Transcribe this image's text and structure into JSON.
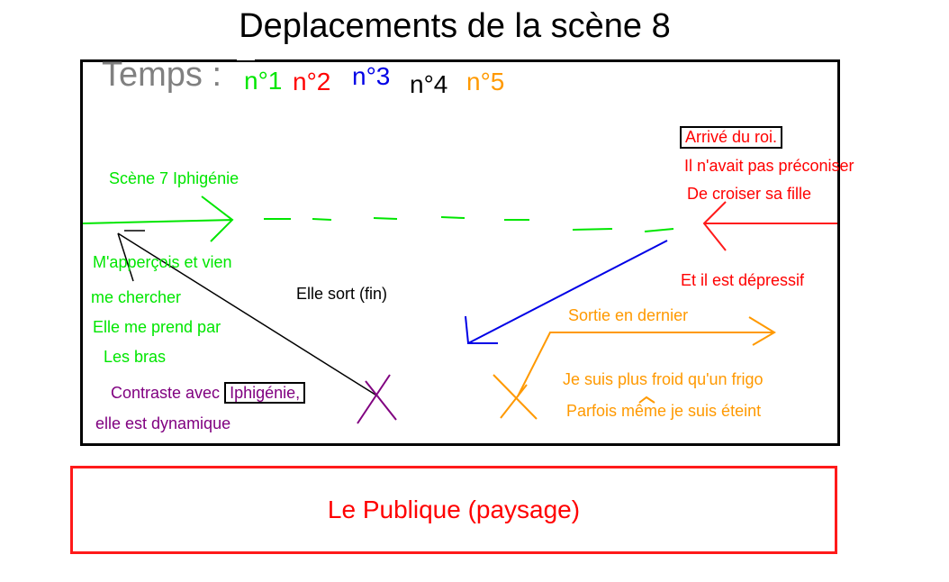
{
  "title": "Deplacements de la scène 8",
  "temps": {
    "label": "Temps :",
    "items": [
      {
        "label": "n°1",
        "color": "#00e600"
      },
      {
        "label": "n°2",
        "color": "#ff0000"
      },
      {
        "label": "n°3",
        "color": "#0000e6"
      },
      {
        "label": "n°4",
        "color": "#000000"
      },
      {
        "label": "n°5",
        "color": "#ff9900"
      }
    ]
  },
  "notes": {
    "scene7": "Scène 7 Iphigénie",
    "appercois": "M'apperçois et vien",
    "chercher": "me chercher",
    "prend": "Elle me prend par",
    "bras": "Les bras",
    "contraste": "Contraste avec",
    "iphigenie": "Iphigénie,",
    "dynamique": "elle est dynamique",
    "sort": "Elle sort (fin)",
    "arrive": "Arrivé du roi.",
    "preconiser": "Il n'avait pas préconiser",
    "croiser": "De croiser sa fille",
    "depressif": "Et il est dépressif",
    "sortie": "Sortie en dernier",
    "froid": "Je suis plus froid qu'un frigo",
    "eteint": "Parfois même je suis éteint"
  },
  "public": "Le Publique (paysage)"
}
